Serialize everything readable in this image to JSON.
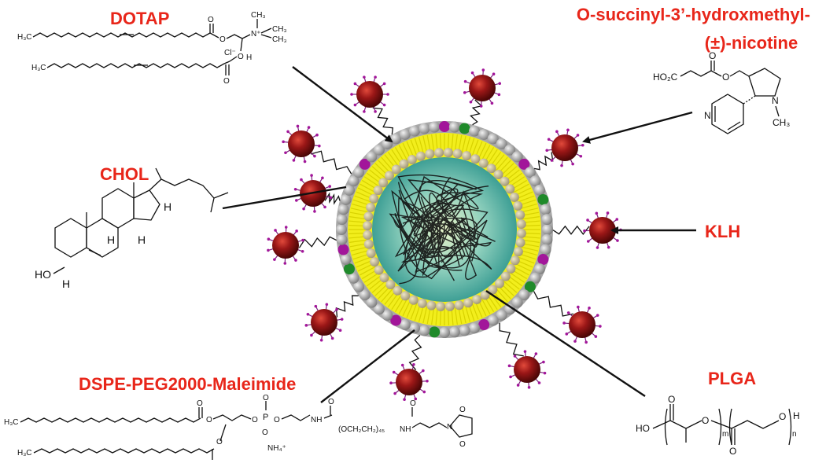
{
  "labels": {
    "dotap": "DOTAP",
    "nicotine_line1": "O-succinyl-3’-hydroxmethyl-",
    "nicotine_line2": "(±)-nicotine",
    "chol": "CHOL",
    "klh": "KLH",
    "dspe": "DSPE-PEG2000-Maleimide",
    "plga": "PLGA"
  },
  "formula_text": {
    "h3c": "H₃C",
    "ch3": "CH₃",
    "cl": "Cl⁻",
    "n_plus": "N⁺",
    "h": "H",
    "o": "O",
    "ho": "HO",
    "ho2c": "HO₂C",
    "n": "N",
    "p": "P",
    "nh": "NH",
    "nh4": "NH₄⁺",
    "peg": "(OCH₂CH₂)₄₅",
    "m": "m",
    "n_sub": "n"
  },
  "colors": {
    "label": "#e8261a",
    "protein": "#8b1111",
    "lipid_head": "#9a9a9a",
    "lipid_tail": "#f2ee1c",
    "core": "#5fb7a3",
    "accent_green": "#1f8a2a",
    "accent_magenta": "#a2169a"
  },
  "icons": [
    "klh-protein-icon",
    "nanoparticle-icon"
  ]
}
